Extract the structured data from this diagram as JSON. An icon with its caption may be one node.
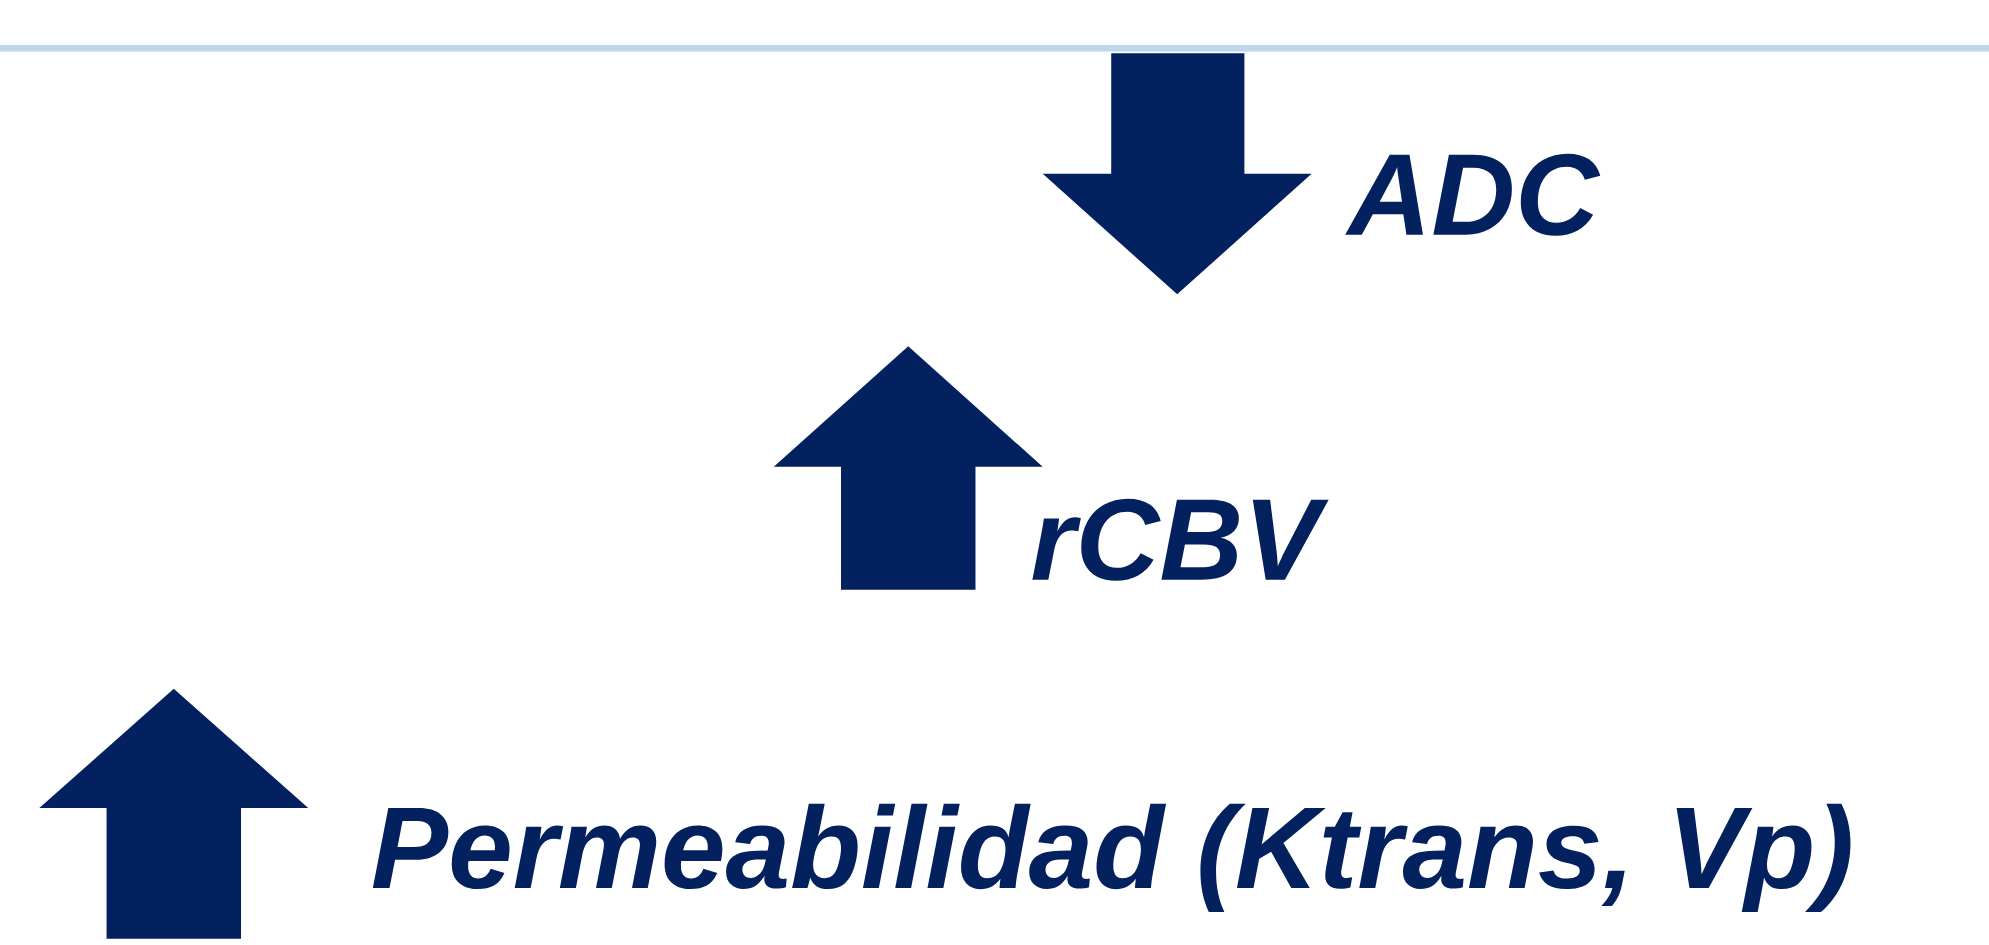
{
  "diagram": {
    "labels": [
      "ADC",
      "rCBV",
      "Permeabilidad (Ktrans, Vp)"
    ]
  }
}
